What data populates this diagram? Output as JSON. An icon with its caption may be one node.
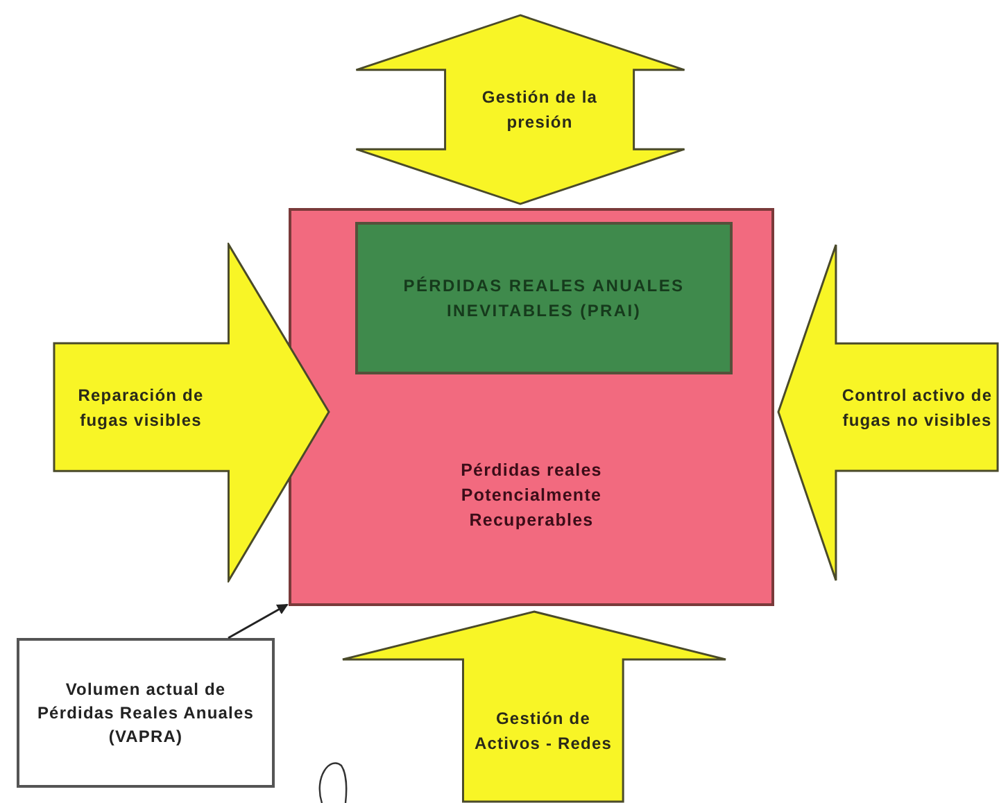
{
  "diagram": {
    "nodes": [
      {
        "text": [
          "Pérdidas reales Potencialmente Recuperables"
        ]
      },
      {
        "text": [
          "PÉRDIDAS REALES ANUALES INEVITABLES (PRAI)"
        ],
        "in": 0
      },
      {
        "text": [
          "Gestión de la presión"
        ]
      },
      {
        "text": [
          "Reparación de fugas visibles"
        ]
      },
      {
        "text": [
          "Control activo de fugas no visibles"
        ]
      },
      {
        "text": [
          "Gestión de Activos - Redes"
        ]
      },
      {
        "text": [
          "Volumen actual de Pérdidas Reales Anuales (VAPRA)"
        ]
      }
    ],
    "edges": [
      {
        "from": 6,
        "to": 0,
        "arrow": "to"
      }
    ]
  }
}
